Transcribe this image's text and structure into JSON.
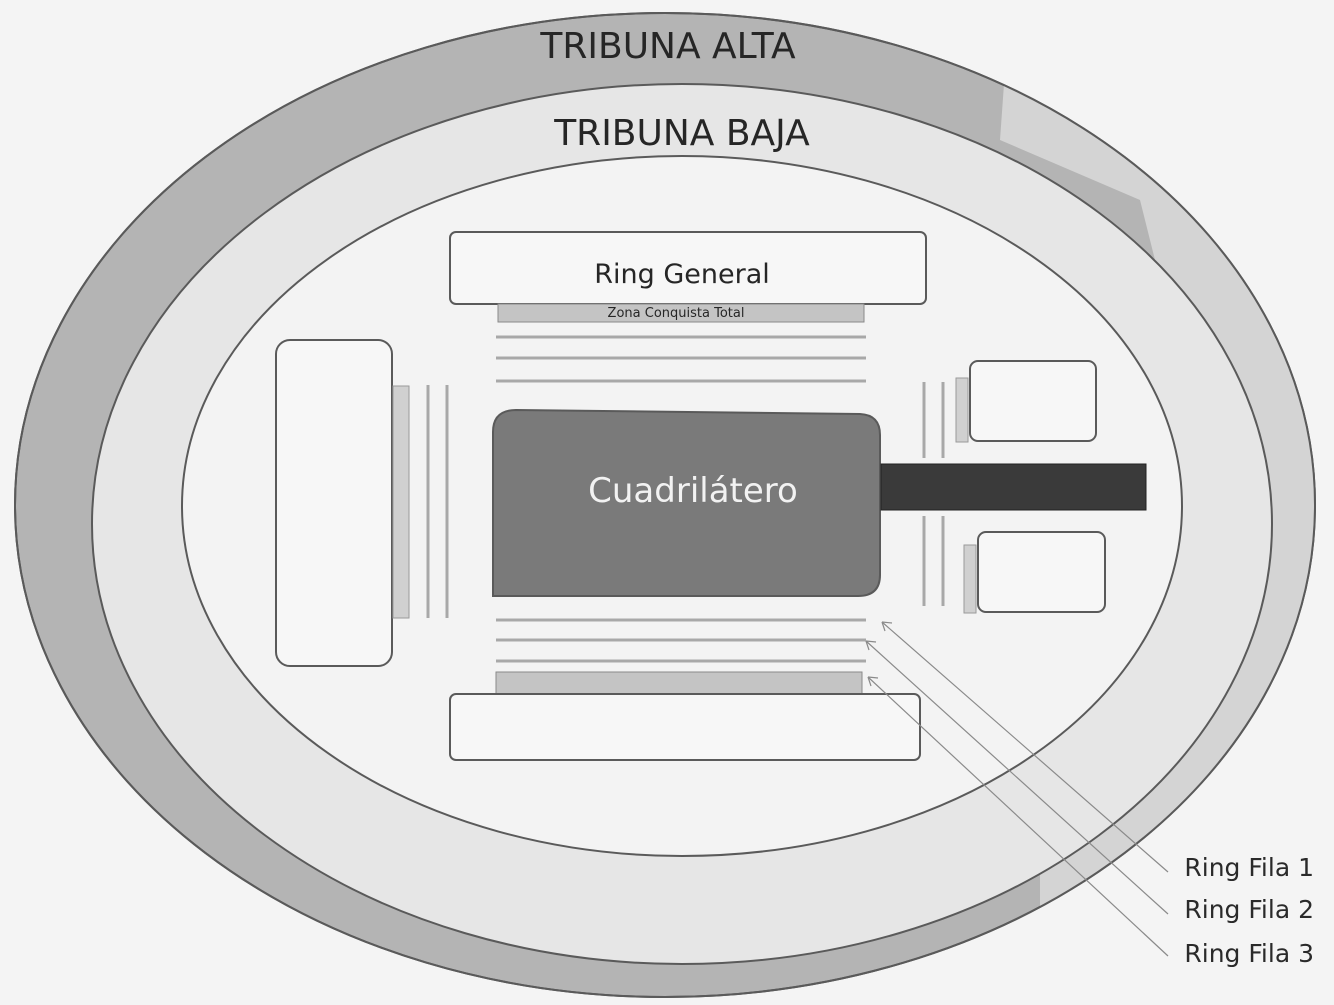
{
  "zones": {
    "tribuna_alta": "TRIBUNA ALTA",
    "tribuna_baja": "TRIBUNA BAJA",
    "ring_general": "Ring General",
    "zona_conquista_total": "Zona Conquista Total",
    "cuadrilatero": "Cuadrilátero"
  },
  "legend": {
    "ring_fila_1": "Ring Fila 1",
    "ring_fila_2": "Ring Fila 2",
    "ring_fila_3": "Ring Fila 3"
  },
  "colors": {
    "background": "#f4f4f4",
    "tribuna_alta": "#b4b4b4",
    "tribuna_alta_light": "#d4d4d4",
    "tribuna_baja": "#e6e6e6",
    "arena_floor": "#f3f3f3",
    "outline": "#5a5a5a",
    "ring": "#7a7a7a",
    "ramp": "#3a3a3a",
    "row_line": "#a8a8a8",
    "zona": "#c4c4c4",
    "text": "#262626"
  }
}
